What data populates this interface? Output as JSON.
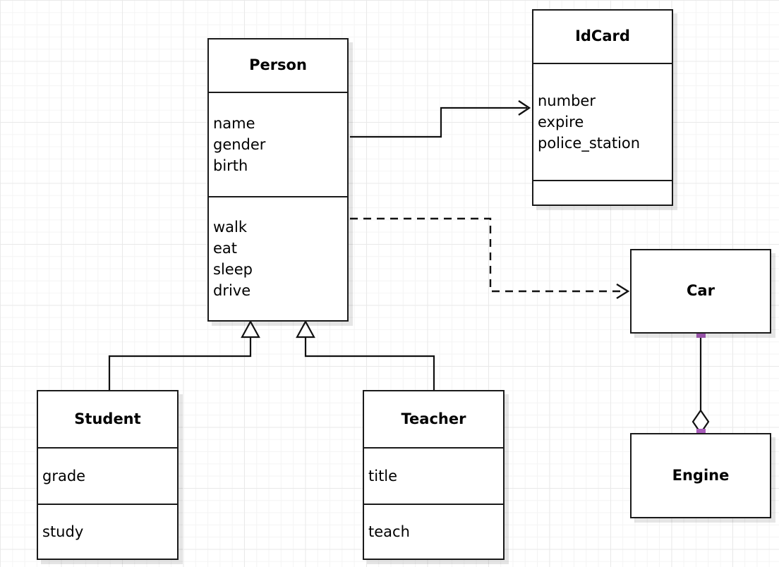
{
  "diagram": {
    "kind": "uml-class-diagram",
    "background": "#ffffff",
    "grid_color": "#e9e9e9",
    "line_color": "#111111",
    "box_fill": "#ffffff",
    "box_border": "#1a1a1a",
    "handle_color": "#a85cba"
  },
  "classes": {
    "person": {
      "name": "Person",
      "attributes": [
        "name",
        "gender",
        "birth"
      ],
      "methods": [
        "walk",
        "eat",
        "sleep",
        "drive"
      ]
    },
    "idcard": {
      "name": "IdCard",
      "attributes": [
        "number",
        "expire",
        "police_station"
      ],
      "methods": []
    },
    "student": {
      "name": "Student",
      "attributes": [
        "grade"
      ],
      "methods": [
        "study"
      ]
    },
    "teacher": {
      "name": "Teacher",
      "attributes": [
        "title"
      ],
      "methods": [
        "teach"
      ]
    },
    "car": {
      "name": "Car",
      "attributes": [],
      "methods": []
    },
    "engine": {
      "name": "Engine",
      "attributes": [],
      "methods": []
    }
  },
  "relationships": [
    {
      "id": "person-idcard",
      "type": "association",
      "style": "solid",
      "arrowhead": "open",
      "from": "Person",
      "to": "IdCard"
    },
    {
      "id": "person-car",
      "type": "dependency",
      "style": "dashed",
      "arrowhead": "open",
      "from": "Person",
      "to": "Car"
    },
    {
      "id": "student-person",
      "type": "generalization",
      "style": "solid",
      "arrowhead": "hollow-triangle",
      "from": "Student",
      "to": "Person"
    },
    {
      "id": "teacher-person",
      "type": "generalization",
      "style": "solid",
      "arrowhead": "hollow-triangle",
      "from": "Teacher",
      "to": "Person"
    },
    {
      "id": "car-engine",
      "type": "aggregation",
      "style": "solid",
      "arrowhead": "hollow-diamond",
      "from": "Car",
      "to": "Engine",
      "selected": true
    }
  ]
}
